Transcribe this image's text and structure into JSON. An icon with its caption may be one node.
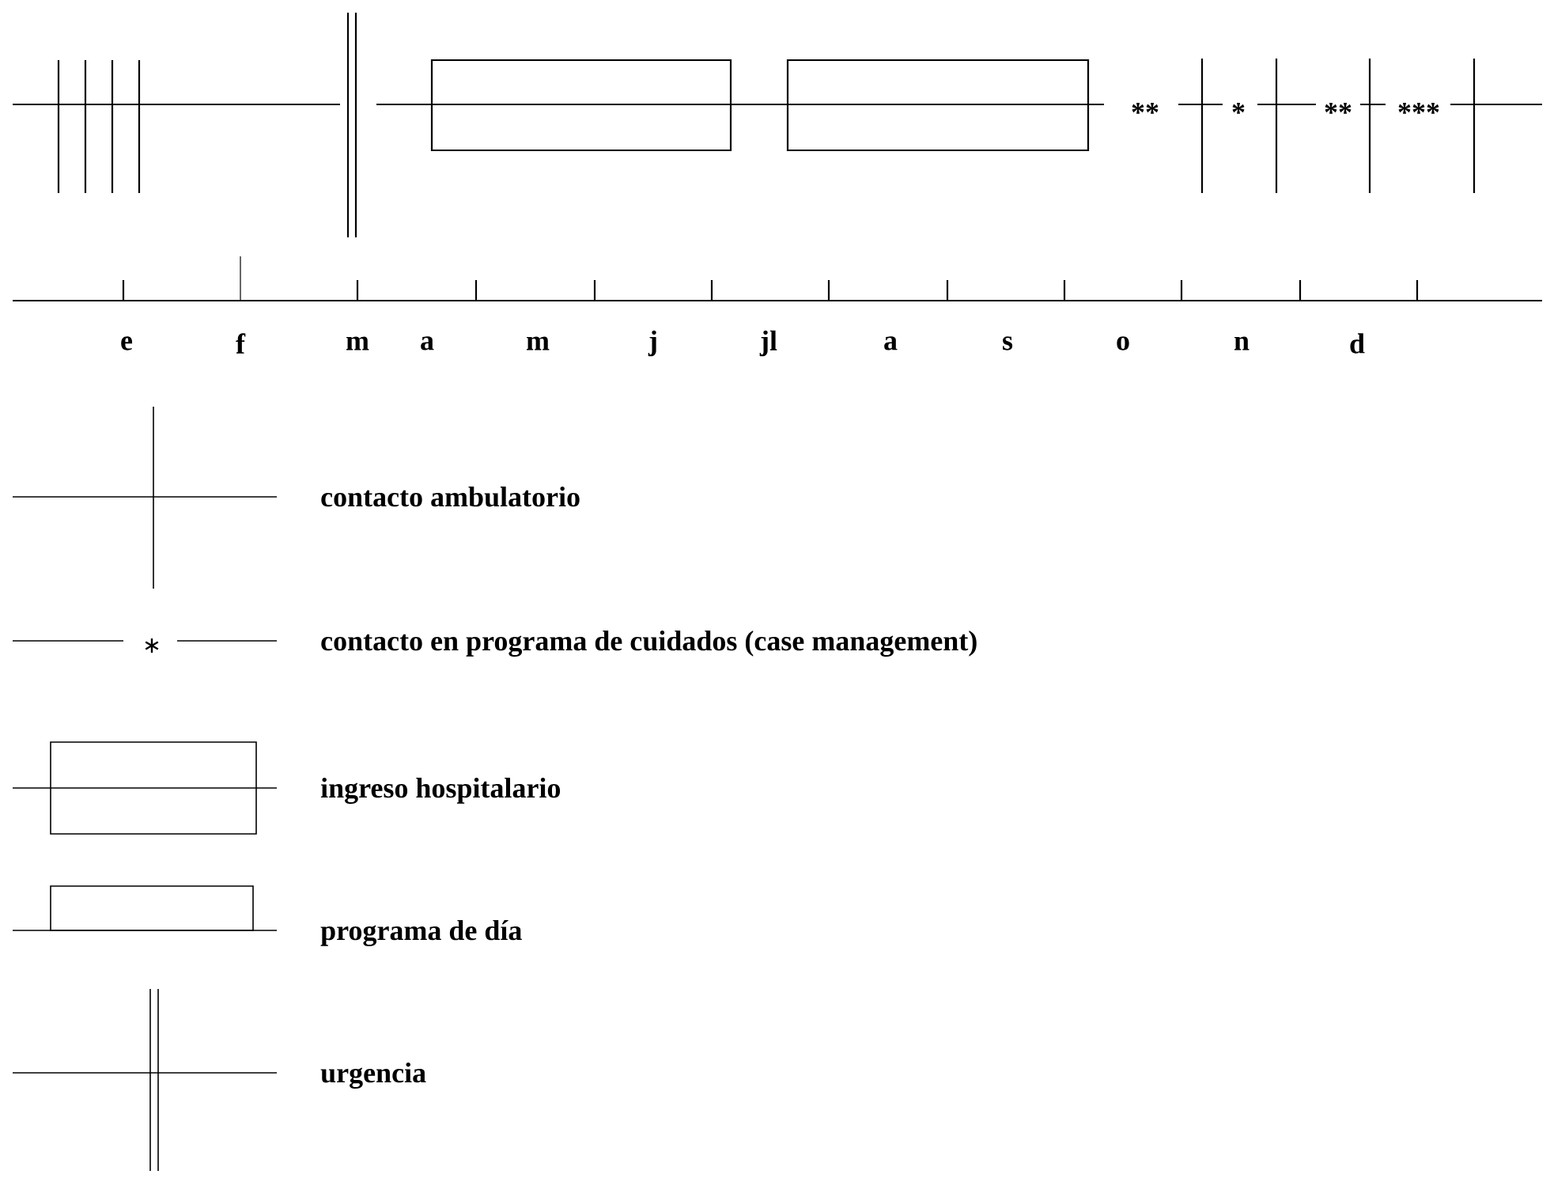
{
  "diagram": {
    "labels": [
      "**",
      "*",
      "**",
      "***",
      "e",
      "f",
      "m",
      "a",
      "m",
      "j",
      "jl",
      "a",
      "s",
      "o",
      "n",
      "d"
    ],
    "legend": [
      {
        "text": "contacto ambulatorio"
      },
      {
        "text": "contacto en programa de cuidados (case management)"
      },
      {
        "text": "ingreso hospitalario"
      },
      {
        "text": "programa de día"
      },
      {
        "text": "urgencia"
      }
    ]
  }
}
